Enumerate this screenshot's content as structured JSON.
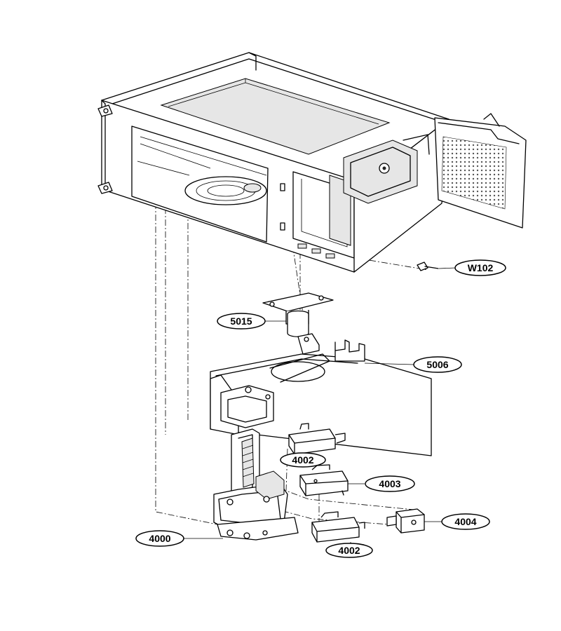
{
  "callouts": {
    "w102": "W102",
    "p5015": "5015",
    "p5006": "5006",
    "p4002_top": "4002",
    "p4003": "4003",
    "p4004": "4004",
    "p4000": "4000",
    "p4002_bottom": "4002"
  },
  "colors": {
    "line": "#000000",
    "background": "#ffffff",
    "shade": "#e6e6e6"
  }
}
